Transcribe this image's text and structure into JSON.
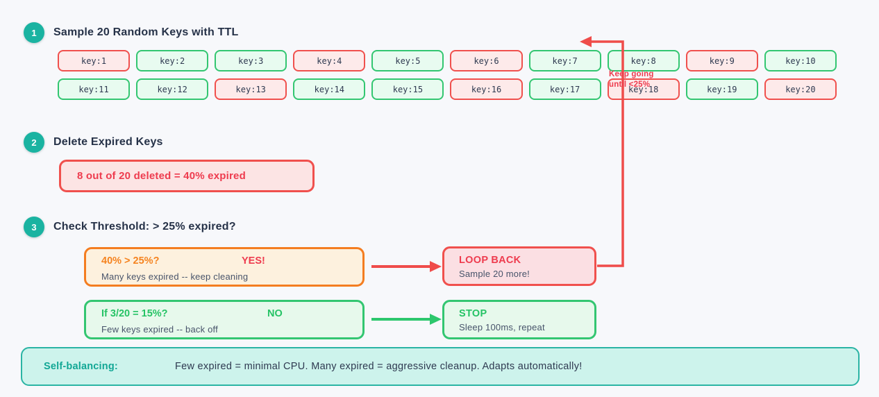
{
  "steps": [
    {
      "number": "1",
      "title": "Sample 20 Random Keys with TTL"
    },
    {
      "number": "2",
      "title": "Delete Expired Keys"
    },
    {
      "number": "3",
      "title": "Check Threshold: > 25% expired?"
    }
  ],
  "keys": [
    {
      "label": "key:1",
      "expired": true
    },
    {
      "label": "key:2",
      "expired": false
    },
    {
      "label": "key:3",
      "expired": false
    },
    {
      "label": "key:4",
      "expired": true
    },
    {
      "label": "key:5",
      "expired": false
    },
    {
      "label": "key:6",
      "expired": true
    },
    {
      "label": "key:7",
      "expired": false
    },
    {
      "label": "key:8",
      "expired": false
    },
    {
      "label": "key:9",
      "expired": true
    },
    {
      "label": "key:10",
      "expired": false
    },
    {
      "label": "key:11",
      "expired": false
    },
    {
      "label": "key:12",
      "expired": false
    },
    {
      "label": "key:13",
      "expired": true
    },
    {
      "label": "key:14",
      "expired": false
    },
    {
      "label": "key:15",
      "expired": false
    },
    {
      "label": "key:16",
      "expired": true
    },
    {
      "label": "key:17",
      "expired": false
    },
    {
      "label": "key:18",
      "expired": true
    },
    {
      "label": "key:19",
      "expired": false
    },
    {
      "label": "key:20",
      "expired": true
    }
  ],
  "delete_summary": "8 out of 20 deleted =  40% expired",
  "decision": {
    "yes": {
      "condition": "40% > 25%?",
      "verdict": "YES!",
      "detail": "Many keys expired -- keep cleaning"
    },
    "loop_back": {
      "title": "LOOP BACK",
      "detail": "Sample 20 more!"
    },
    "no": {
      "condition": "If 3/20 = 15%?",
      "verdict": "NO",
      "detail": "Few keys expired -- back off"
    },
    "stop": {
      "title": "STOP",
      "detail": "Sleep 100ms, repeat"
    }
  },
  "loop_arrow_label": {
    "line1": "Keep going",
    "line2": "until <25%"
  },
  "footer": {
    "label": "Self-balancing:",
    "text": "Few expired = minimal CPU.  Many expired = aggressive cleanup.  Adapts automatically!"
  },
  "colors": {
    "background": "#f7f8fb",
    "heading_navy": "#263248",
    "step_circle_teal": "#1ab3a1",
    "healthy_green_border": "#33c671",
    "healthy_green_bg": "#e8fbf0",
    "green_text": "#25c365",
    "expired_red_border": "#f0504d",
    "expired_red_bg": "#fdeaea",
    "red_text": "#ee3b4e",
    "warning_orange_border": "#f47d20",
    "warning_orange_bg": "#fdf1de",
    "orange_text": "#f5831f",
    "footer_teal_border": "#2ab4a4",
    "footer_teal_bg": "#cdf3ec",
    "footer_label_teal": "#12a795",
    "detail_gray": "#47536a"
  }
}
